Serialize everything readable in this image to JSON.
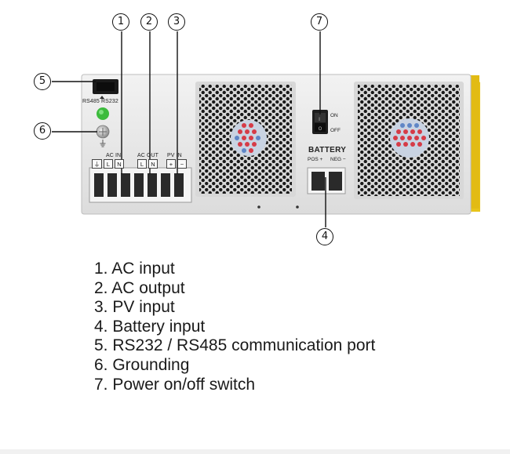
{
  "callouts": [
    {
      "id": "1",
      "label": "1"
    },
    {
      "id": "2",
      "label": "2"
    },
    {
      "id": "3",
      "label": "3"
    },
    {
      "id": "4",
      "label": "4"
    },
    {
      "id": "5",
      "label": "5"
    },
    {
      "id": "6",
      "label": "6"
    },
    {
      "id": "7",
      "label": "7"
    }
  ],
  "panel": {
    "rs_label": "RS485  RS232",
    "ac_in": "AC IN",
    "ac_out": "AC OUT",
    "pv_in": "PV IN",
    "terminals": {
      "ground": "⏚",
      "l1": "L",
      "n1": "N",
      "l2": "L",
      "n2": "N",
      "plus": "+",
      "minus": "−"
    },
    "switch_on": "ON",
    "switch_off": "OFF",
    "battery": "BATTERY",
    "pos": "POS +",
    "neg": "NEG −"
  },
  "colors": {
    "panel": "#e9e9e9",
    "yellow": "#e8c41a",
    "green_led": "#3dbb3d",
    "fan_red": "#d63b47",
    "fan_blue": "#5f86c6",
    "switch": "#1d1d1d"
  },
  "legend": [
    "1. AC input",
    "2. AC output",
    "3. PV input",
    "4. Battery input",
    "5. RS232 / RS485 communication port",
    "6. Grounding",
    "7. Power on/off switch"
  ]
}
